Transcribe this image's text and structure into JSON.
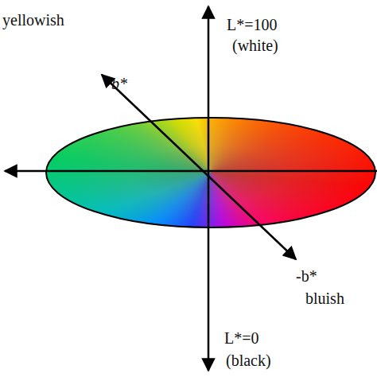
{
  "diagram": {
    "labels": [
      "yellowish",
      "b*",
      "L*=100",
      "(white)",
      "-b*",
      "bluish",
      "L*=0",
      "(black)"
    ]
  }
}
